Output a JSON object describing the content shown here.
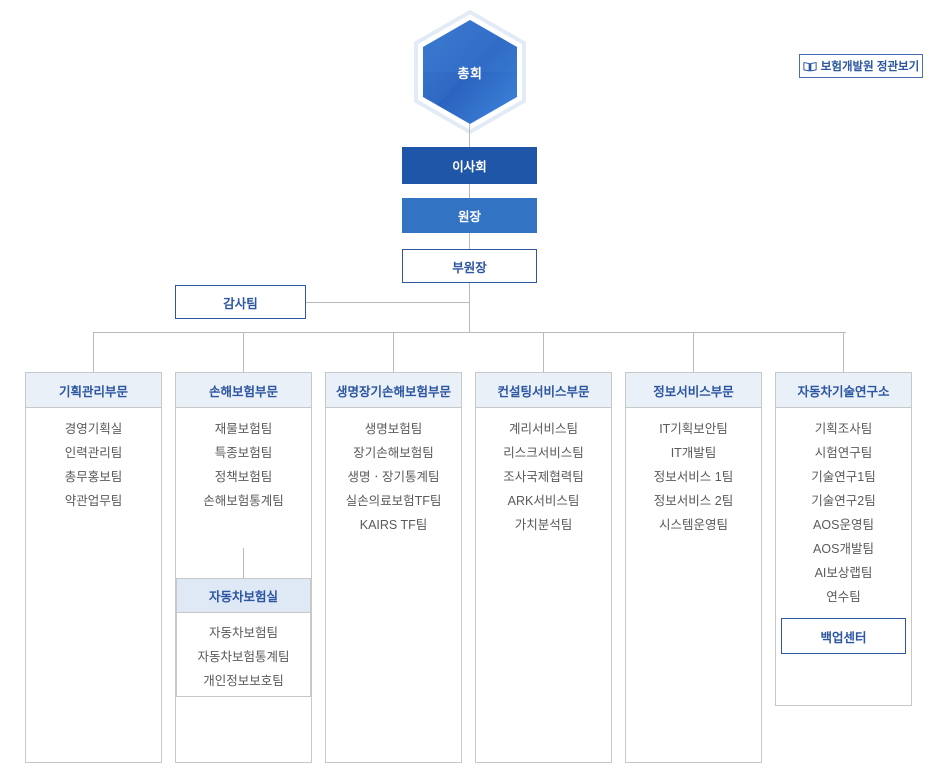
{
  "charter_button": {
    "label": "보험개발원 정관보기",
    "icon": "book-icon"
  },
  "hierarchy": {
    "assembly": "총회",
    "board": "이사회",
    "president": "원장",
    "vice_president": "부원장",
    "audit_team": "감사팀"
  },
  "departments": [
    {
      "name": "기획관리부문",
      "teams": [
        "경영기획실",
        "인력관리팀",
        "총무홍보팀",
        "약관업무팀"
      ]
    },
    {
      "name": "손해보험부문",
      "teams": [
        "재물보험팀",
        "특종보험팀",
        "정책보험팀",
        "손해보험통계팀"
      ],
      "subunit": {
        "name": "자동차보험실",
        "teams": [
          "자동차보험팀",
          "자동차보험통계팀",
          "개인정보보호팀"
        ]
      }
    },
    {
      "name": "생명장기손해보험부문",
      "teams": [
        "생명보험팀",
        "장기손해보험팀",
        "생명ㆍ장기통계팀",
        "실손의료보험TF팀",
        "KAIRS TF팀"
      ]
    },
    {
      "name": "컨설팅서비스부문",
      "teams": [
        "계리서비스팀",
        "리스크서비스팀",
        "조사국제협력팀",
        "ARK서비스팀",
        "가치분석팀"
      ]
    },
    {
      "name": "정보서비스부문",
      "teams": [
        "IT기획보안팀",
        "IT개발팀",
        "정보서비스 1팀",
        "정보서비스 2팀",
        "시스템운영팀"
      ]
    },
    {
      "name": "자동차기술연구소",
      "teams": [
        "기획조사팀",
        "시험연구팀",
        "기술연구1팀",
        "기술연구2팀",
        "AOS운영팀",
        "AOS개발팀",
        "AI보상랩팀",
        "연수팀"
      ],
      "standalone": "백업센터"
    }
  ],
  "colors": {
    "board": "#1f56a8",
    "president": "#3373c4",
    "accent": "#2c56a0",
    "header_bg": "#eaf0f8",
    "subunit_bg": "#dfe8f5",
    "line": "#b9b9b9",
    "text": "#5a5a5a"
  }
}
